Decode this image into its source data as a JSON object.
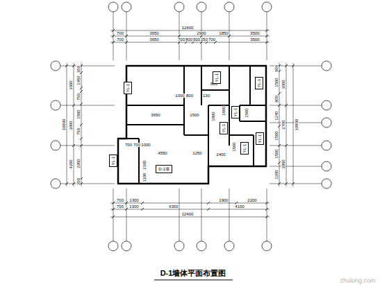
{
  "diagram": {
    "title": "D-1墙体平面布置图",
    "nodes": [
      {
        "text": [
          "YL-1"
        ]
      },
      {
        "text": [
          "YL-1"
        ]
      },
      {
        "text": [
          "YL-1"
        ]
      },
      {
        "text": [
          "YL-1"
        ]
      },
      {
        "text": [
          "YL-1"
        ]
      },
      {
        "text": [
          "YL-1"
        ]
      },
      {
        "text": [
          "YL-1"
        ]
      },
      {
        "text": [
          "YL-1"
        ]
      },
      {
        "text": [
          "D-1墙"
        ]
      }
    ],
    "labels": [
      "12400",
      "700",
      "3650",
      "2900",
      "1850",
      "3500",
      "700",
      "3650",
      "700",
      "800",
      "500",
      "250",
      "700",
      "3500",
      "700",
      "1300",
      "1900",
      "2200",
      "700",
      "1300",
      "6300",
      "4100",
      "12400",
      "10800",
      "3600",
      "3000",
      "4200",
      "350",
      "1450",
      "750",
      "1500",
      "750",
      "2950",
      "200",
      "10800",
      "3000",
      "2700",
      "3000",
      "600",
      "1500",
      "900",
      "1240",
      "1500",
      "1500",
      "1200",
      "1000",
      "800",
      "800",
      "130",
      "3650",
      "1500",
      "1800",
      "1800",
      "1500",
      "700",
      "700",
      "1000",
      "4550",
      "1250",
      "2400",
      "1500",
      "2100",
      "1100",
      "zhulong.com"
    ]
  }
}
